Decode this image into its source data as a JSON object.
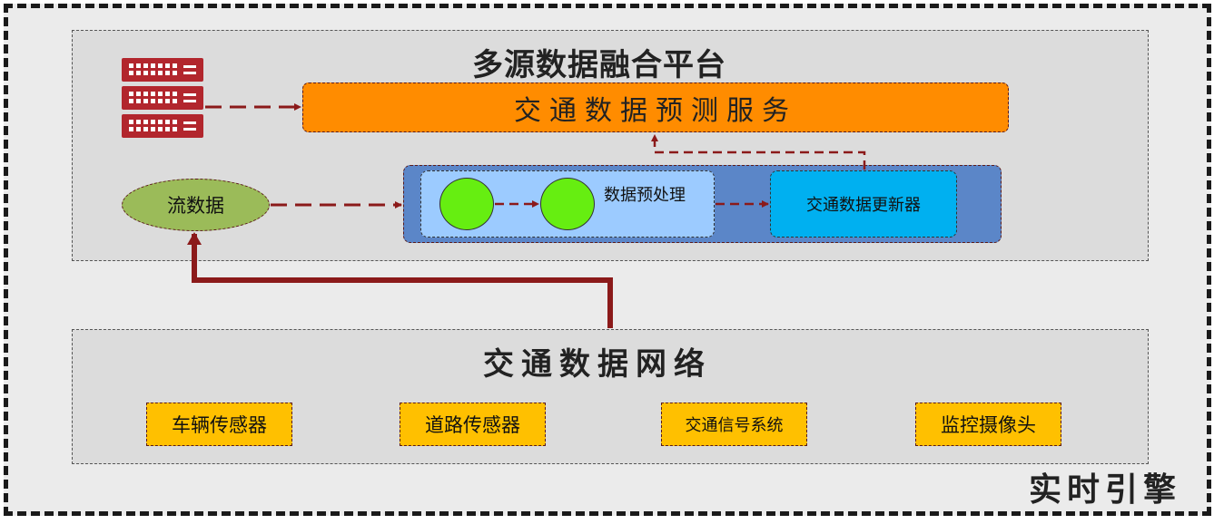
{
  "engine_label": "实时引擎",
  "platform": {
    "title": "多源数据融合平台",
    "service_label": "交通数据预测服务",
    "stream_label": "流数据",
    "preprocess_label": "数据预处理",
    "updater_label": "交通数据更新器"
  },
  "network": {
    "title": "交通数据网络",
    "sources": [
      {
        "label": "车辆传感器"
      },
      {
        "label": "道路传感器"
      },
      {
        "label": "交通信号系统"
      },
      {
        "label": "监控摄像头"
      }
    ]
  },
  "colors": {
    "arrow": "#8b1a1a",
    "service_fill": "#ff8c00",
    "preprocess_fill": "#9ccbff",
    "updater_fill": "#00b0f0",
    "container_fill": "#5b86c8",
    "stream_fill": "#9bbb59",
    "node_fill": "#66ee11",
    "source_fill": "#ffc000",
    "server_icon": "#b2262d"
  }
}
